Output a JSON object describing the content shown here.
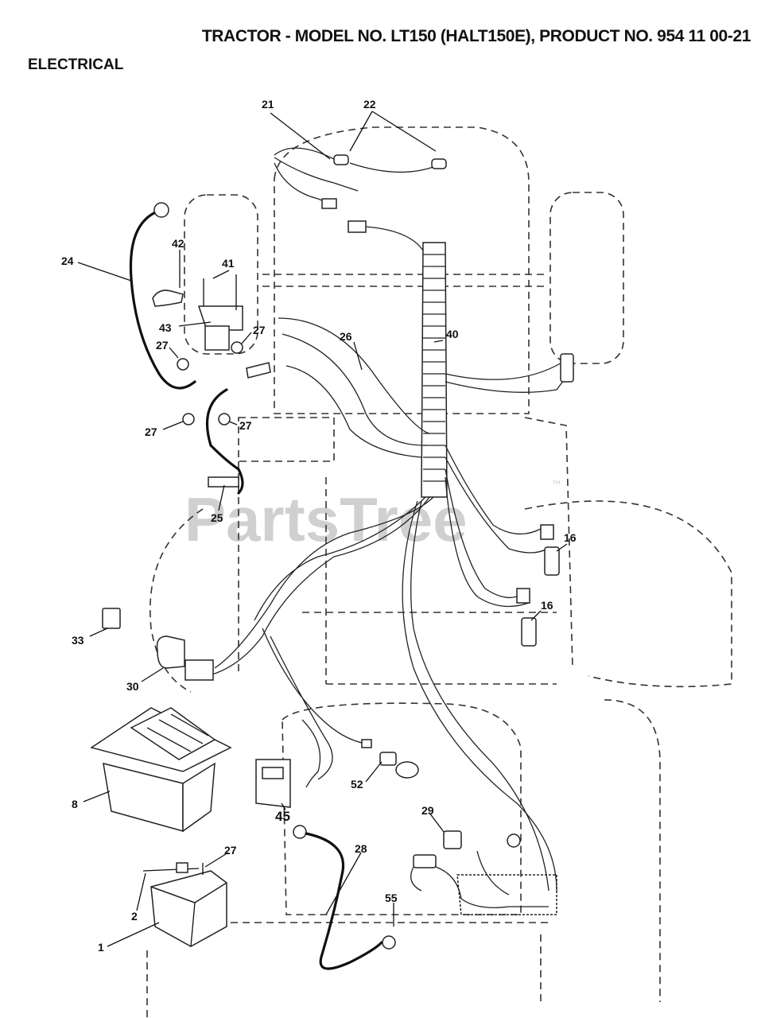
{
  "header": {
    "title": "TRACTOR - MODEL NO. LT150 (HALT150E), PRODUCT NO. 954 11 00-21",
    "section": "ELECTRICAL"
  },
  "watermark": {
    "text": "PartsTree",
    "trademark": "™"
  },
  "callouts": [
    {
      "id": "c21",
      "label": "21"
    },
    {
      "id": "c22",
      "label": "22"
    },
    {
      "id": "c42",
      "label": "42"
    },
    {
      "id": "c24",
      "label": "24"
    },
    {
      "id": "c41",
      "label": "41"
    },
    {
      "id": "c43",
      "label": "43"
    },
    {
      "id": "c27a",
      "label": "27"
    },
    {
      "id": "c27b",
      "label": "27"
    },
    {
      "id": "c40",
      "label": "40"
    },
    {
      "id": "c26",
      "label": "26"
    },
    {
      "id": "c27c",
      "label": "27"
    },
    {
      "id": "c27d",
      "label": "27"
    },
    {
      "id": "c25",
      "label": "25"
    },
    {
      "id": "c16a",
      "label": "16"
    },
    {
      "id": "c16b",
      "label": "16"
    },
    {
      "id": "c33",
      "label": "33"
    },
    {
      "id": "c30",
      "label": "30"
    },
    {
      "id": "c8",
      "label": "8"
    },
    {
      "id": "c52",
      "label": "52"
    },
    {
      "id": "c45",
      "label": "45"
    },
    {
      "id": "c29",
      "label": "29"
    },
    {
      "id": "c27e",
      "label": "27"
    },
    {
      "id": "c28",
      "label": "28"
    },
    {
      "id": "c55",
      "label": "55"
    },
    {
      "id": "c2",
      "label": "2"
    },
    {
      "id": "c1",
      "label": "1"
    }
  ]
}
